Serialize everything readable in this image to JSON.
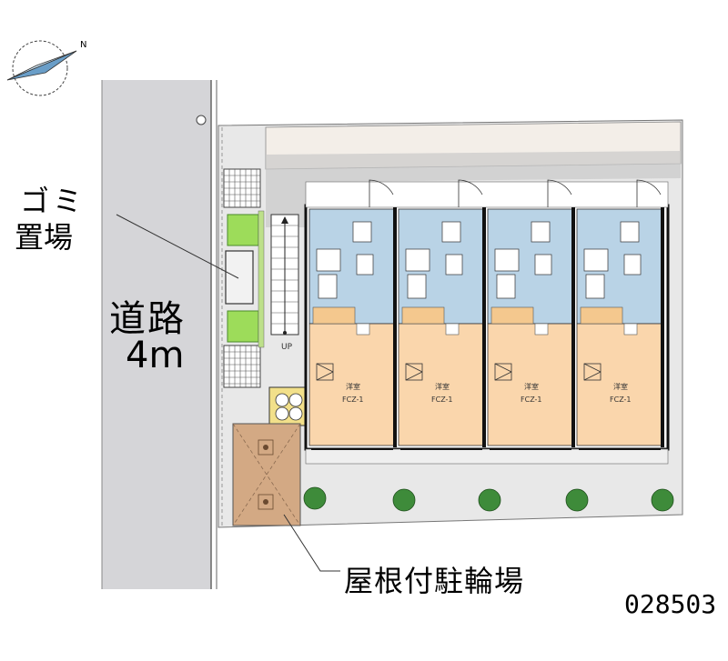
{
  "labels": {
    "road_name": "道路",
    "road_width": "4m",
    "garbage_line1": "ゴミ",
    "garbage_line2": "置場",
    "covered_parking": "屋根付駐輪場",
    "property_code": "028503",
    "stairs_up": "UP",
    "compass_north": "N"
  },
  "units": [
    {
      "room_type": "洋室",
      "flooring": "FCZ-1"
    },
    {
      "room_type": "洋室",
      "flooring": "FCZ-1"
    },
    {
      "room_type": "洋室",
      "flooring": "FCZ-1"
    },
    {
      "room_type": "洋室",
      "flooring": "FCZ-1"
    }
  ],
  "colors": {
    "road": "#d5d5d8",
    "site_ground": "#e6e6e6",
    "wet_area": "#b9d3e6",
    "room_floor": "#fad6ac",
    "parking_roof": "#d3a984",
    "planting": "#9ddc5a",
    "walls": "#111111"
  }
}
